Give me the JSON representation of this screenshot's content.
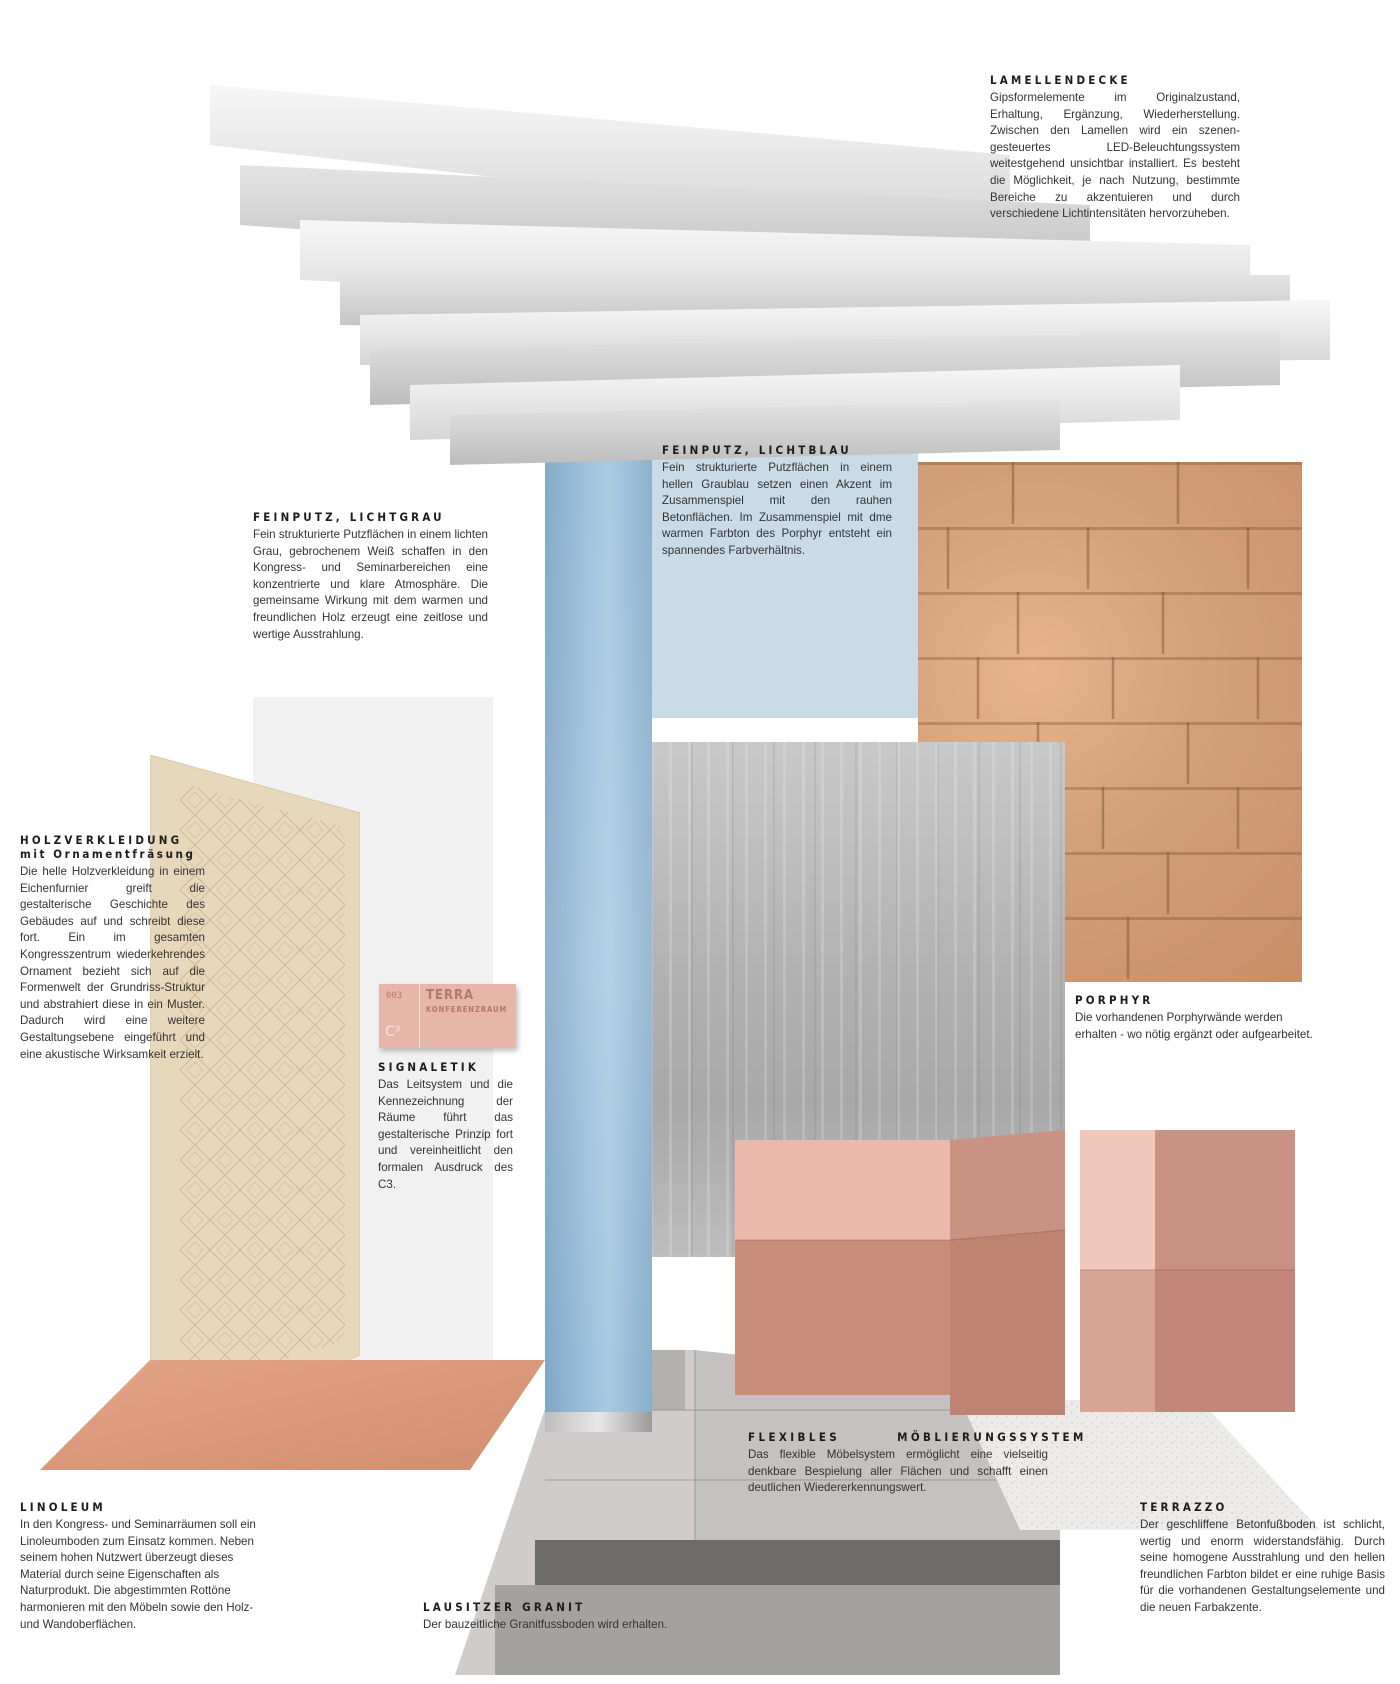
{
  "lamellendecke": {
    "heading": "LAMELLENDECKE",
    "body": "Gipsformelemente im Originalzustand, Erhaltung, Ergänzung, Wiederherstellung. Zwischen den Lamellen wird ein szenen-gesteuertes LED-Beleuchtungssystem weitestgehend unsichtbar installiert. Es besteht die Möglichkeit, je nach Nutzung, bestimmte Bereiche zu akzentuieren und durch verschiedene Lichtintensitäten hervorzuheben."
  },
  "feinputz_lichtblau": {
    "heading": "FEINPUTZ, lichtblau",
    "body": "Fein strukturierte Putzflächen in einem hellen Graublau setzen einen Akzent im Zusammenspiel mit den rauhen Betonflächen. Im Zusammenspiel mit dme warmen Farbton des Porphyr entsteht ein spannendes Farbverhältnis."
  },
  "feinputz_lichtgrau": {
    "heading": "FEINPUTZ, lichtgrau",
    "body": "Fein strukturierte Putzflächen in einem lichten Grau, gebrochenem Weiß schaffen in den Kongress- und Seminarbereichen eine konzentrierte und klare Atmosphäre. Die gemeinsame Wirkung mit dem warmen und freundlichen Holz erzeugt eine zeitlose und wertige Ausstrahlung."
  },
  "holzverkleidung": {
    "heading": "HOLZVERKLEIDUNG",
    "subheading": "mit Ornamentfräsung",
    "body": "Die helle Holzverkleidung in einem Eichenfurnier greift die gestalterische Geschichte des Gebäudes auf und schreibt diese fort. Ein im gesamten Kongresszentrum wiederkehrendes Ornament bezieht sich auf die Formenwelt der Grundriss-Struktur und abstrahiert diese in ein Muster. Dadurch wird eine weitere Gestaltungsebene eingeführt und eine akustische Wirksamkeit erzielt."
  },
  "signaletik": {
    "heading": "SIGNALETIK",
    "body": "Das Leitsystem und die Kennezeichnung der Räume führt das gestalterische Prinzip fort und vereinheitlicht den formalen Ausdruck des C3.",
    "sign": {
      "number": "003",
      "name": "TERRA",
      "room": "KONFERENZRAUM",
      "logo": "C³"
    }
  },
  "porphyr": {
    "heading": "PORPHYR",
    "body": "Die vorhandenen Porphyrwände werden erhalten - wo nötig ergänzt oder aufgearbeitet."
  },
  "moeblierung": {
    "heading": "FLEXIBLES MÖBLIERUNGSSYSTEM",
    "body": "Das flexible Möbelsystem ermöglicht eine vielseitig denkbare Bespielung aller Flächen und schafft einen deutlichen Wiedererkennungswert."
  },
  "linoleum": {
    "heading": "LINOLEUM",
    "body": "In den Kongress- und Seminarräumen soll ein Linoleumboden zum Einsatz kommen. Neben seinem hohen Nutzwert überzeugt dieses Material durch seine Eigenschaften als Naturprodukt. Die abgestimmten Rottöne harmonieren mit den Möbeln sowie den Holz- und Wandoberflächen."
  },
  "granit": {
    "heading": "LAUSITZER GRANIT",
    "body": "Der bauzeitliche Granitfussboden wird erhalten."
  },
  "terrazzo": {
    "heading": "TERRAZZO",
    "body": "Der geschliffene Betonfußboden ist schlicht, wertig und enorm widerstandsfähig. Durch seine homogene Ausstrahlung und den hellen freundlichen Farbton bildet er eine ruhige Basis für die vorhandenen Gestaltungselemente und die neuen Farbakzente."
  },
  "colors": {
    "column_blue": "#9cc0db",
    "panel_lightblue": "#c9dbe7",
    "porphyr": "#d4a17b",
    "concrete": "#b4b4b4",
    "furniture_pink": "#e6b7a8",
    "furniture_dark": "#c58c7a",
    "wood": "#e6d6b8",
    "linoleum": "#d99a7d"
  }
}
